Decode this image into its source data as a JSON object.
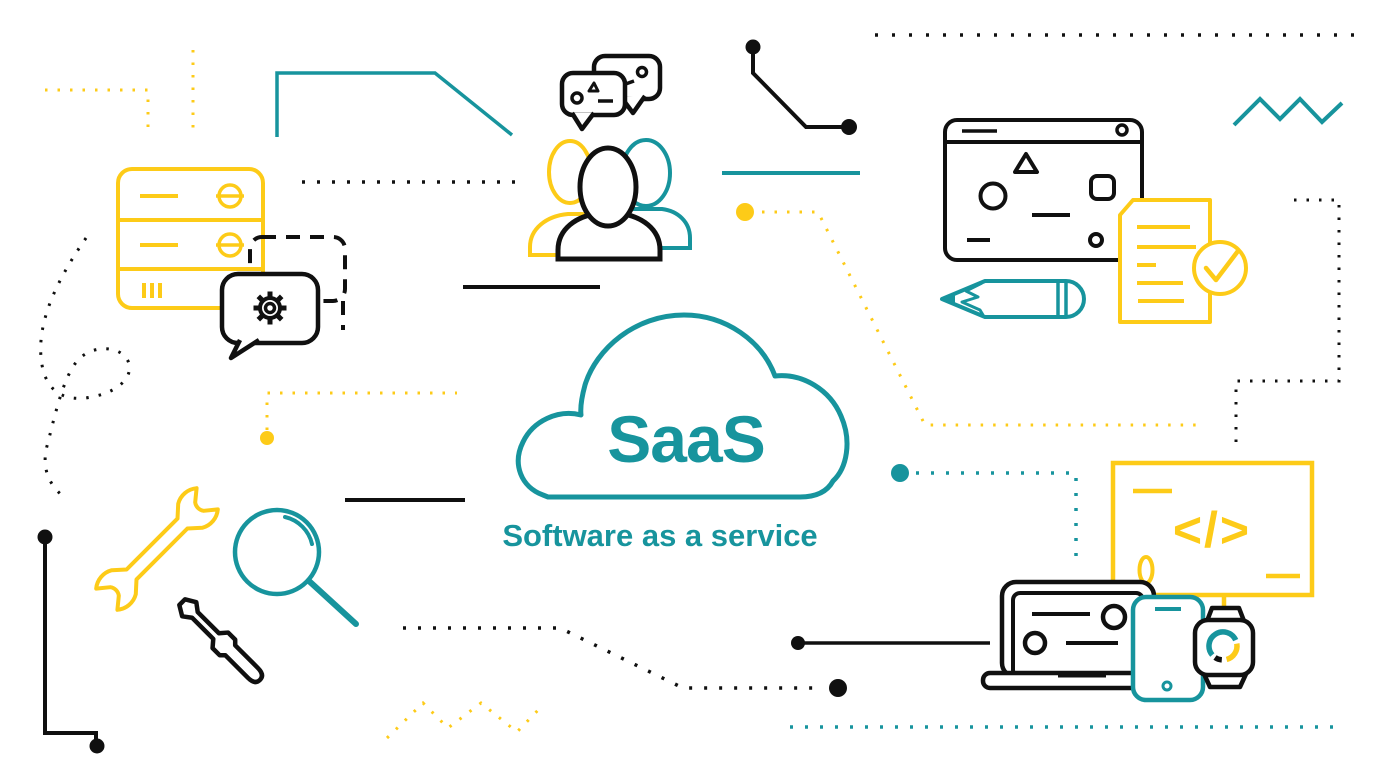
{
  "illustration": {
    "title": "SaaS",
    "subtitle": "Software as a service",
    "code_symbol": "</>"
  },
  "colors": {
    "teal": "#17949D",
    "yellow": "#FDCB18",
    "ink": "#101010",
    "background": "#FFFFFF"
  },
  "icons": [
    "server-stack",
    "dashed-chat-bubble",
    "settings-gear-bubble",
    "chat-bubbles",
    "user-group",
    "browser-window",
    "pencil",
    "checklist-document",
    "check-circle",
    "cloud",
    "wrench",
    "screwdriver",
    "magnifying-glass",
    "code-sign",
    "laptop",
    "smartphone",
    "smartwatch",
    "loading-ring"
  ]
}
